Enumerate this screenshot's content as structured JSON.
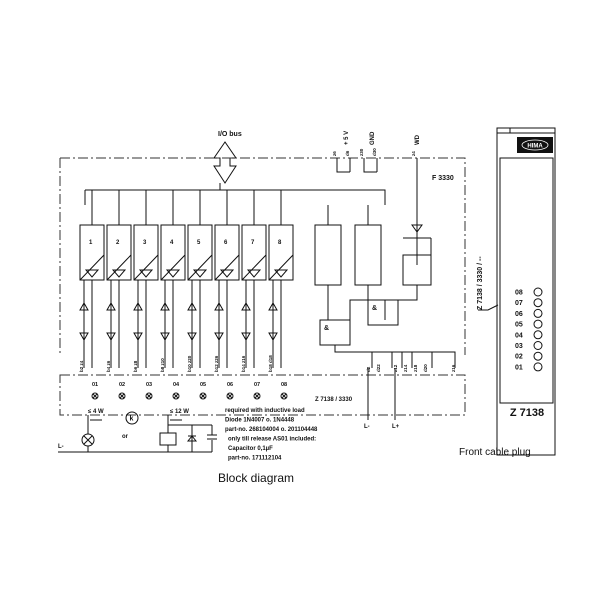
{
  "io_bus_label": "I/O bus",
  "module_label": "F 3330",
  "supply_labels": [
    "+ 5 V",
    "GND",
    "WD"
  ],
  "supply_terminals": [
    "z6",
    "d6",
    "z30",
    "d30",
    "z4"
  ],
  "channels": [
    "1",
    "2",
    "3",
    "4",
    "5",
    "6",
    "7",
    "8"
  ],
  "terminal_labels": [
    "b2 z4",
    "b4 z6",
    "b6 z8",
    "b8 z10",
    "b10 z20",
    "b12 z26",
    "b14 z16",
    "b18 d18",
    "d2",
    "d22",
    "z12",
    "z14",
    "z18",
    "d20",
    "z16"
  ],
  "led_numbers": [
    "01",
    "02",
    "03",
    "04",
    "05",
    "06",
    "07",
    "08"
  ],
  "plug_ref": "Z 7138 / 3330",
  "power_labels": {
    "minus": "L-",
    "plus": "L+"
  },
  "load_lamp": "≤ 4 W",
  "load_relay": "≤ 12 W",
  "or_label": "or",
  "k_label": "k",
  "note_lines": [
    "required with inductive load",
    "Diode 1N4007 o. 1N4448",
    "part-no. 268104004 o. 201104448",
    "only till release AS01 included:",
    "Capacitor 0,1µF",
    "part-no. 171112104"
  ],
  "block_caption": "Block diagram",
  "front_plug": {
    "brand": "HIMA",
    "side_ref": "Z 7138 / 3330 / --",
    "leds": [
      "08",
      "07",
      "06",
      "05",
      "04",
      "03",
      "02",
      "01"
    ],
    "model": "Z 7138",
    "caption": "Front cable plug"
  }
}
